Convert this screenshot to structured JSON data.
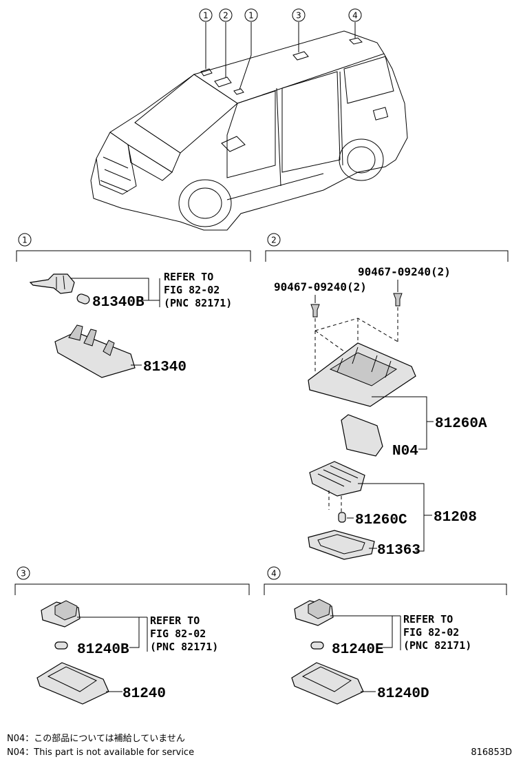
{
  "callouts": {
    "c1": "1",
    "c2": "2",
    "c3": "3",
    "c4": "4"
  },
  "refer": {
    "line1": "REFER TO",
    "line2": "FIG 82-02",
    "line3": "(PNC 82171)"
  },
  "parts": {
    "p81340B": "81340B",
    "p81340": "81340",
    "p90467_left": "90467-09240(2)",
    "p90467_right": "90467-09240(2)",
    "p81260A": "81260A",
    "pN04": "N04",
    "p81260C": "81260C",
    "p81208": "81208",
    "p81363": "81363",
    "p81240B": "81240B",
    "p81240": "81240",
    "p81240E": "81240E",
    "p81240D": "81240D"
  },
  "notes": {
    "jp": "N04：この部品については補給していません",
    "en": "N04：This part is not available for service"
  },
  "illustration_code": "816853D"
}
